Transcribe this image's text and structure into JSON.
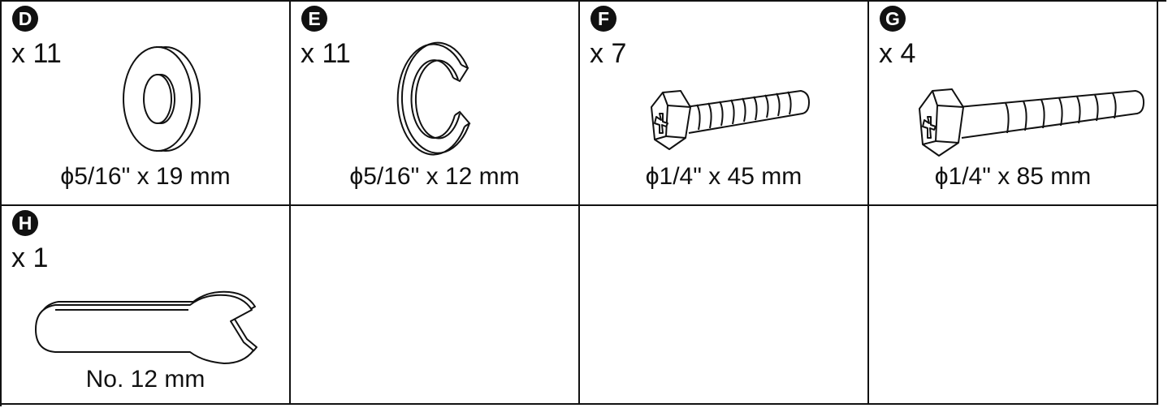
{
  "parts": [
    {
      "letter": "D",
      "quantity": "x 11",
      "dimension": "ϕ5/16\" x 19 mm",
      "icon": "flat-washer-icon"
    },
    {
      "letter": "E",
      "quantity": "x 11",
      "dimension": "ϕ5/16\" x 12 mm",
      "icon": "split-lock-washer-icon"
    },
    {
      "letter": "F",
      "quantity": "x 7",
      "dimension": "ϕ1/4\" x 45 mm",
      "icon": "hex-bolt-short-icon"
    },
    {
      "letter": "G",
      "quantity": "x 4",
      "dimension": "ϕ1/4\" x 85 mm",
      "icon": "hex-bolt-long-icon"
    },
    {
      "letter": "H",
      "quantity": "x 1",
      "dimension": "No. 12 mm",
      "icon": "open-end-wrench-icon"
    }
  ],
  "colors": {
    "line": "#111111",
    "badge_fill": "#111111",
    "badge_text": "#ffffff",
    "background": "#ffffff"
  }
}
